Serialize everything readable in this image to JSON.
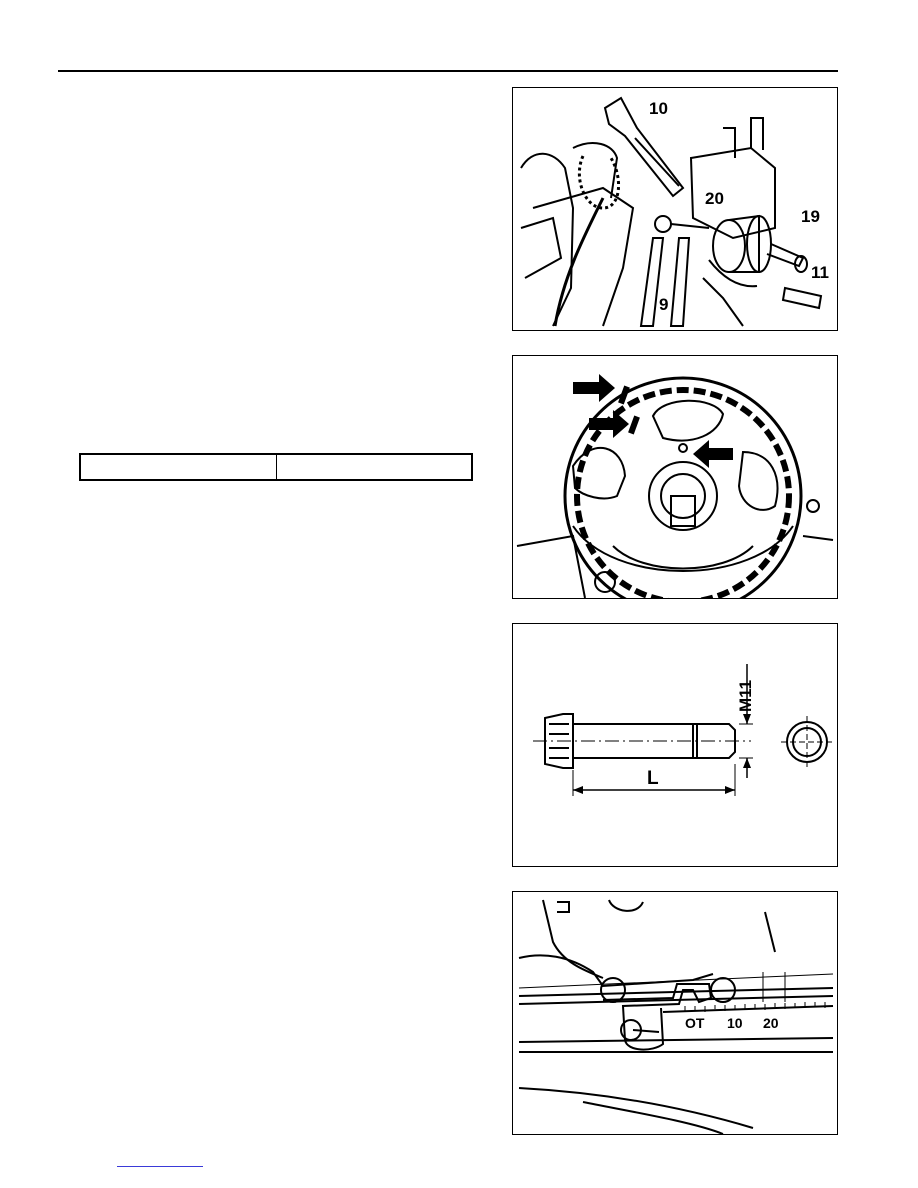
{
  "page": {
    "spec_table": {
      "cells": [
        "",
        ""
      ]
    }
  },
  "figures": [
    {
      "id": "fig-tensioner-tools",
      "callouts": [
        "10",
        "20",
        "19",
        "11",
        "9"
      ]
    },
    {
      "id": "fig-camshaft-sprocket-marks",
      "callouts": []
    },
    {
      "id": "fig-bolt-length",
      "callouts": [
        "M11",
        "L"
      ]
    },
    {
      "id": "fig-timing-scale",
      "scale_labels": [
        "OT",
        "10",
        "20"
      ]
    }
  ],
  "colors": {
    "line": "#000000",
    "page": "#ffffff",
    "link": "#3a3ad8"
  }
}
